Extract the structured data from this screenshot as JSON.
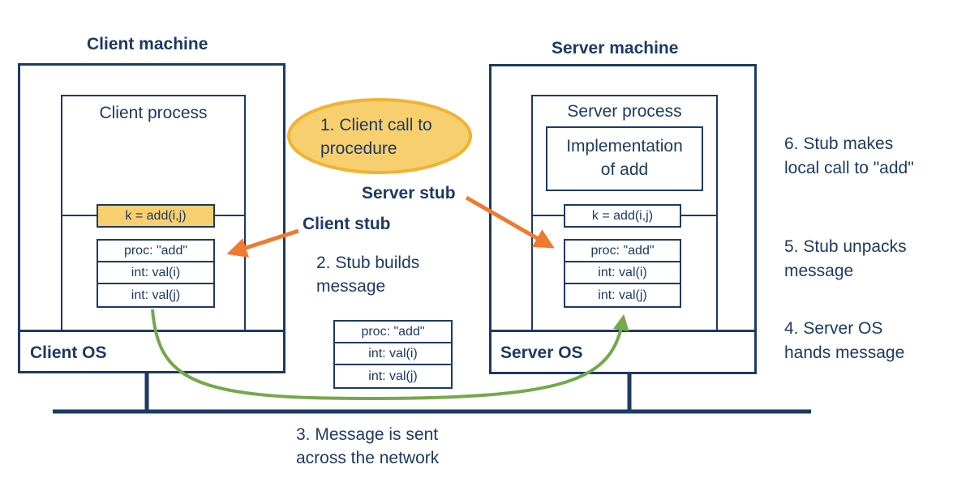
{
  "client": {
    "machine_label": "Client machine",
    "process_label": "Client process",
    "call_label": "k = add(i,j)",
    "message": [
      "proc: \"add\"",
      "int: val(i)",
      "int: val(j)"
    ],
    "os_label": "Client OS"
  },
  "server": {
    "machine_label": "Server machine",
    "process_label": "Server process",
    "impl_line1": "Implementation",
    "impl_line2": "of add",
    "call_label": "k = add(i,j)",
    "message": [
      "proc: \"add\"",
      "int: val(i)",
      "int: val(j)"
    ],
    "os_label": "Server OS"
  },
  "network_message": [
    "proc: \"add\"",
    "int: val(i)",
    "int: val(j)"
  ],
  "labels": {
    "client_stub": "Client stub",
    "server_stub": "Server stub"
  },
  "steps": {
    "s1_line1": "1. Client call to",
    "s1_line2": "procedure",
    "s2_line1": "2. Stub builds",
    "s2_line2": "message",
    "s3_line1": "3. Message is sent",
    "s3_line2": "across the network",
    "s4_line1": "4. Server OS",
    "s4_line2": "hands message",
    "s5_line1": "5. Stub unpacks",
    "s5_line2": "message",
    "s6_line1": "6. Stub makes",
    "s6_line2": "local call to \"add\""
  },
  "colors": {
    "navy": "#1c3a64",
    "highlight_fill": "#f7cf6f",
    "highlight_stroke": "#f2b232",
    "arrow_orange": "#ef7a30",
    "arrow_green": "#74a84a"
  }
}
